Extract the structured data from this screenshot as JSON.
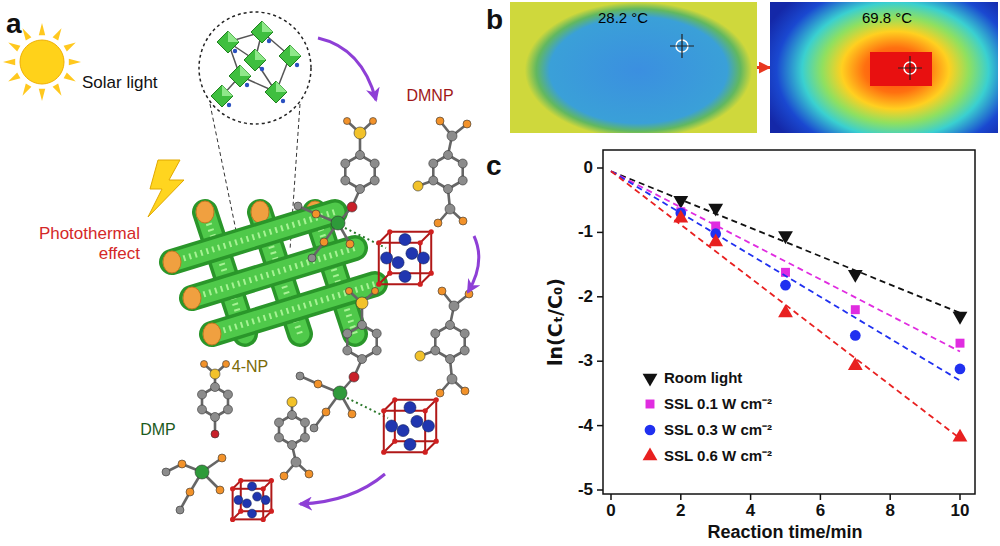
{
  "diagram": {
    "nodes": [
      {
        "text": [
          "28.2 °C"
        ]
      },
      {
        "text": [
          "69.8 °C"
        ]
      }
    ],
    "edges": [
      {
        "from": 0,
        "to": 1,
        "arrow": "to"
      }
    ],
    "labels": [
      "a",
      "Solar light",
      "Photothermal effect",
      "DMNP",
      "4-NP",
      "DMP",
      "b",
      "c",
      "0",
      "-1",
      "-2",
      "-3",
      "-4",
      "-5",
      "0",
      "2",
      "4",
      "6",
      "8",
      "10",
      "Reaction time/min",
      "ln(Cₜ/C₀)"
    ],
    "legend": [
      {
        "text": "Room light"
      },
      {
        "text": "SSL 0.1 W cm⁻²"
      },
      {
        "text": "SSL 0.3 W cm⁻²"
      },
      {
        "text": "SSL 0.6 W cm⁻²"
      }
    ]
  }
}
